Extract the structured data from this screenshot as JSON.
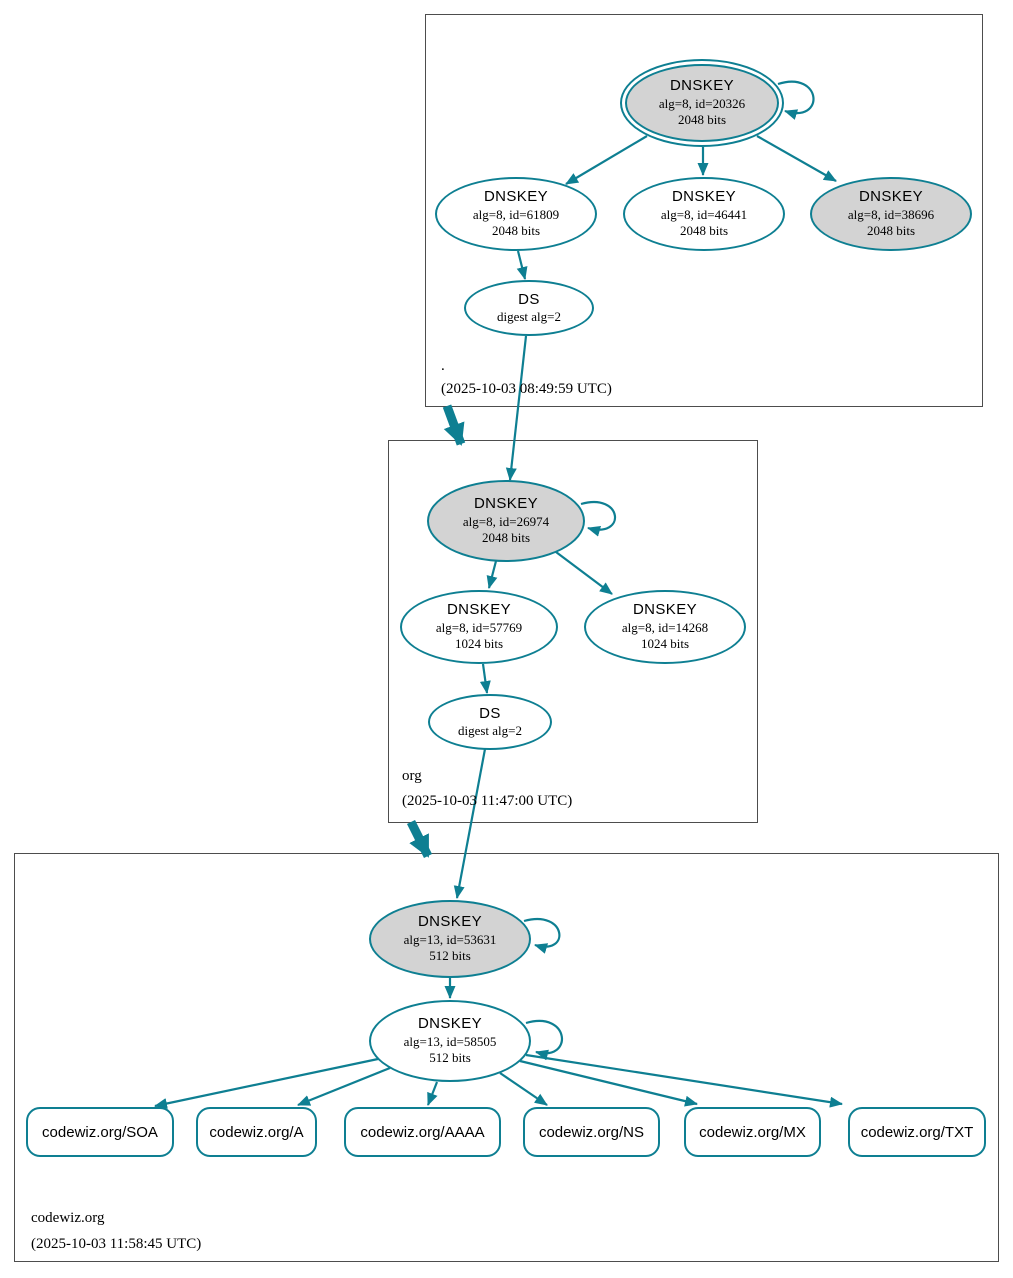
{
  "colors": {
    "accent_teal": "#0e7f92",
    "ksk_fill": "#d3d3d3",
    "node_fill": "#ffffff",
    "box_border": "#4d4d4d",
    "text": "#000000"
  },
  "zones": [
    {
      "label": ".",
      "timestamp": "(2025-10-03 08:49:59 UTC)",
      "nodes": [
        {
          "type": "DNSKEY",
          "detail": "alg=8, id=20326",
          "bits": "2048 bits"
        },
        {
          "type": "DNSKEY",
          "detail": "alg=8, id=61809",
          "bits": "2048 bits"
        },
        {
          "type": "DNSKEY",
          "detail": "alg=8, id=46441",
          "bits": "2048 bits"
        },
        {
          "type": "DNSKEY",
          "detail": "alg=8, id=38696",
          "bits": "2048 bits"
        },
        {
          "type": "DS",
          "detail": "digest alg=2"
        }
      ]
    },
    {
      "label": "org",
      "timestamp": "(2025-10-03 11:47:00 UTC)",
      "nodes": [
        {
          "type": "DNSKEY",
          "detail": "alg=8, id=26974",
          "bits": "2048 bits"
        },
        {
          "type": "DNSKEY",
          "detail": "alg=8, id=57769",
          "bits": "1024 bits"
        },
        {
          "type": "DNSKEY",
          "detail": "alg=8, id=14268",
          "bits": "1024 bits"
        },
        {
          "type": "DS",
          "detail": "digest alg=2"
        }
      ]
    },
    {
      "label": "codewiz.org",
      "timestamp": "(2025-10-03 11:58:45 UTC)",
      "nodes": [
        {
          "type": "DNSKEY",
          "detail": "alg=13, id=53631",
          "bits": "512 bits"
        },
        {
          "type": "DNSKEY",
          "detail": "alg=13, id=58505",
          "bits": "512 bits"
        }
      ],
      "rrsets": [
        {
          "label": "codewiz.org/SOA"
        },
        {
          "label": "codewiz.org/A"
        },
        {
          "label": "codewiz.org/AAAA"
        },
        {
          "label": "codewiz.org/NS"
        },
        {
          "label": "codewiz.org/MX"
        },
        {
          "label": "codewiz.org/TXT"
        }
      ]
    }
  ]
}
